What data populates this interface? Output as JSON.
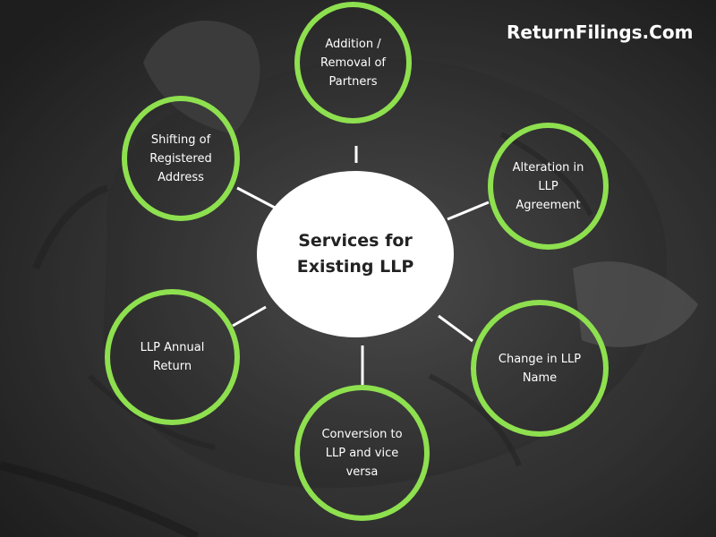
{
  "brand": "ReturnFilings.Com",
  "center_title": "Services for Existing LLP",
  "nodes": [
    {
      "label": "Addition / Removal of Partners"
    },
    {
      "label": "Shifting of Registered Address"
    },
    {
      "label": "Alteration in LLP Agreement"
    },
    {
      "label": "LLP Annual Return"
    },
    {
      "label": "Change in LLP Name"
    },
    {
      "label": "Conversion to LLP and vice versa"
    }
  ],
  "colors": {
    "ring": "#8ee04f",
    "center_fill": "#ffffff",
    "connector": "#ffffff",
    "background": "#3a3a3a"
  },
  "background_image": "rhinoceros photo (grayscale)"
}
